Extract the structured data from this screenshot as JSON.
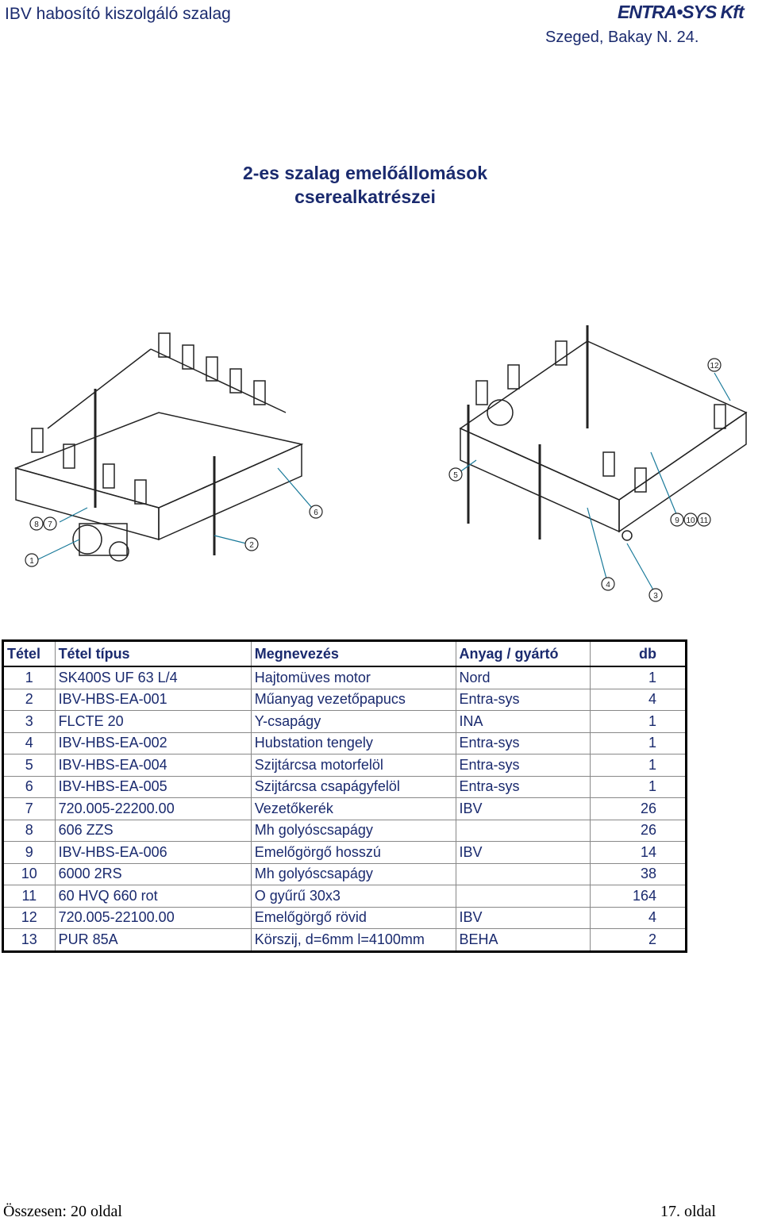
{
  "header": {
    "left": "IBV habosító  kiszolgáló szalag",
    "logo": "ENTRA•SYS Kft",
    "address": "Szeged, Bakay N. 24."
  },
  "title": {
    "line1": "2-es szalag emelőállomások",
    "line2": "cserealkatrészei"
  },
  "drawing": {
    "callouts_left": [
      "1",
      "2",
      "6",
      "8",
      "7"
    ],
    "callouts_right": [
      "12",
      "5",
      "9",
      "10",
      "11",
      "4",
      "3"
    ]
  },
  "table": {
    "headers": [
      "Tétel",
      "Tétel típus",
      "Megnevezés",
      "Anyag / gyártó",
      "db"
    ],
    "rows": [
      [
        "1",
        "SK400S UF 63 L/4",
        "Hajtomüves motor",
        "Nord",
        "1"
      ],
      [
        "2",
        "IBV-HBS-EA-001",
        "Műanyag vezetőpapucs",
        "Entra-sys",
        "4"
      ],
      [
        "3",
        "FLCTE 20",
        "Y-csapágy",
        "INA",
        "1"
      ],
      [
        "4",
        "IBV-HBS-EA-002",
        "Hubstation tengely",
        "Entra-sys",
        "1"
      ],
      [
        "5",
        "IBV-HBS-EA-004",
        "Szijtárcsa motorfelöl",
        "Entra-sys",
        "1"
      ],
      [
        "6",
        "IBV-HBS-EA-005",
        "Szijtárcsa csapágyfelöl",
        "Entra-sys",
        "1"
      ],
      [
        "7",
        "720.005-22200.00",
        "Vezetőkerék",
        "IBV",
        "26"
      ],
      [
        "8",
        "606 ZZS",
        "Mh golyóscsapágy",
        "",
        "26"
      ],
      [
        "9",
        "IBV-HBS-EA-006",
        "Emelőgörgő hosszú",
        "IBV",
        "14"
      ],
      [
        "10",
        "6000 2RS",
        "Mh golyóscsapágy",
        "",
        "38"
      ],
      [
        "11",
        "60 HVQ 660 rot",
        "O gyűrű 30x3",
        "",
        "164"
      ],
      [
        "12",
        "720.005-22100.00",
        "Emelőgörgő rövid",
        "IBV",
        "4"
      ],
      [
        "13",
        "PUR 85A",
        "Körszij, d=6mm l=4100mm",
        "BEHA",
        "2"
      ]
    ]
  },
  "footer": {
    "left": "Összesen:  20 oldal",
    "right": "17. oldal"
  }
}
